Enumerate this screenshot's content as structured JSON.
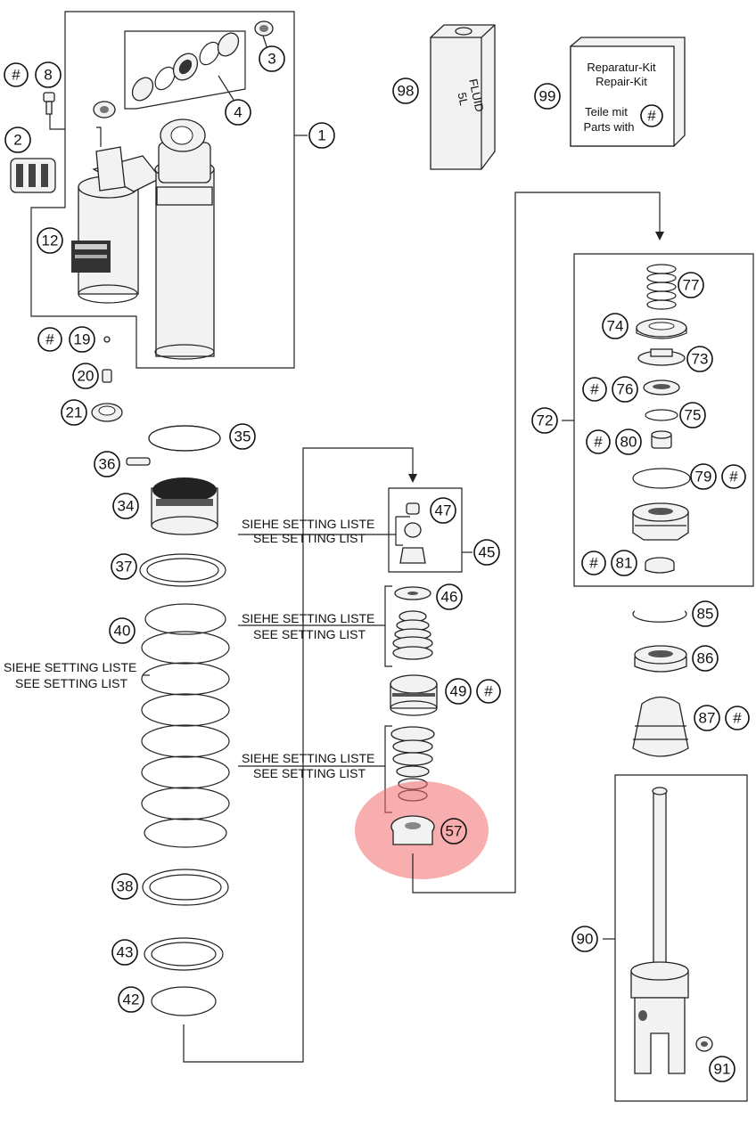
{
  "callouts": {
    "c1": "1",
    "c2": "2",
    "c3": "3",
    "c4": "4",
    "c8": "8",
    "c12": "12",
    "c19": "19",
    "c20": "20",
    "c21": "21",
    "c34": "34",
    "c35": "35",
    "c36": "36",
    "c37": "37",
    "c38": "38",
    "c40": "40",
    "c42": "42",
    "c43": "43",
    "c45": "45",
    "c46": "46",
    "c47": "47",
    "c49": "49",
    "c57": "57",
    "c72": "72",
    "c73": "73",
    "c74": "74",
    "c75": "75",
    "c76": "76",
    "c77": "77",
    "c79": "79",
    "c80": "80",
    "c81": "81",
    "c85": "85",
    "c86": "86",
    "c87": "87",
    "c90": "90",
    "c91": "91",
    "c98": "98",
    "c99": "99"
  },
  "hash_symbol": "#",
  "setting_label_de": "SIEHE SETTING LISTE",
  "setting_label_en": "SEE SETTING LIST",
  "fluid_can": {
    "line1": "FLUID",
    "line2": "5L"
  },
  "repair_kit": {
    "title_de": "Reparatur-Kit",
    "title_en": "Repair-Kit",
    "parts_de": "Teile mit",
    "parts_en": "Parts with"
  },
  "highlight_color": "#f26b6b"
}
